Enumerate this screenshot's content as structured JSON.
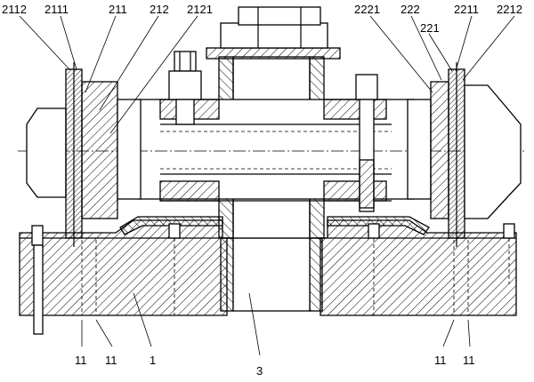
{
  "labels": {
    "l2112": "2112",
    "l2111": "2111",
    "l211": "211",
    "l212": "212",
    "l2121": "2121",
    "l2221": "2221",
    "l222": "222",
    "l221": "221",
    "l2211": "2211",
    "l2212": "2212",
    "l11a": "11",
    "l11b": "11",
    "l1": "1",
    "l3": "3",
    "l11c": "11",
    "l11d": "11"
  }
}
